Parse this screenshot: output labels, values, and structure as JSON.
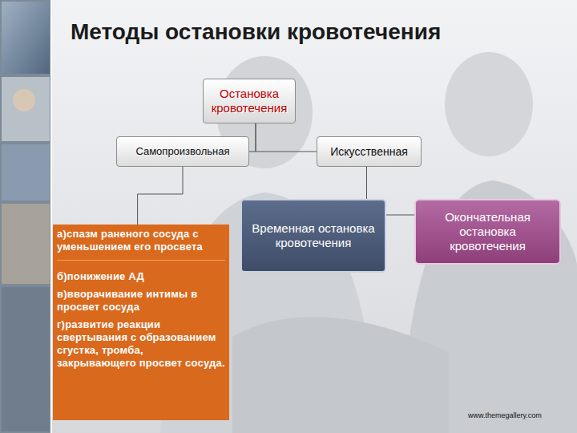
{
  "diagram": {
    "title": "Методы остановки кровотечения",
    "nodes": [
      {
        "text": [
          "Остановка кровотечения"
        ]
      },
      {
        "text": [
          "Самопроизвольная"
        ]
      },
      {
        "text": [
          "Искусственная"
        ]
      },
      {
        "text": [
          "а)спазм раненого сосуда с уменьшением его просвета",
          "б)понижение АД",
          "в)вворачивание интимы в просвет сосуда",
          "г)развитие реакции свертывания с образованием сгустка, тромба, закрывающего просвет сосуда."
        ]
      },
      {
        "text": [
          "Временная остановка кровотечения"
        ]
      },
      {
        "text": [
          "Окончательная остановка кровотечения"
        ]
      }
    ],
    "edges": [
      {
        "from": 0,
        "to": 1,
        "arrow": "none"
      },
      {
        "from": 0,
        "to": 2,
        "arrow": "none"
      },
      {
        "from": 1,
        "to": 3,
        "arrow": "none"
      },
      {
        "from": 2,
        "to": 4,
        "arrow": "none"
      },
      {
        "from": 2,
        "to": 5,
        "arrow": "none"
      }
    ],
    "labels": [
      "www.themegallery.com"
    ]
  }
}
